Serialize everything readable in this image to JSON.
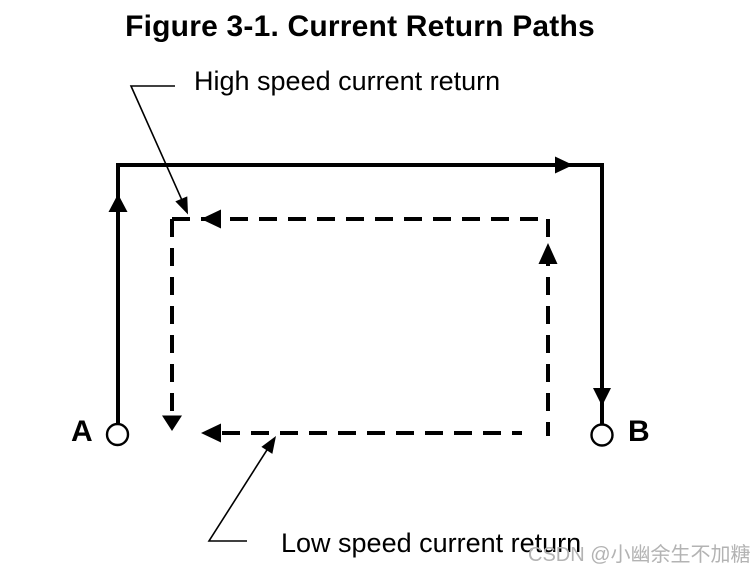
{
  "figure": {
    "title": "Figure 3-1. Current Return Paths",
    "labels": {
      "high_speed": "High speed current return",
      "low_speed": "Low speed current return",
      "terminal_a": "A",
      "terminal_b": "B"
    },
    "paths": {
      "signal_path_style": "solid",
      "return_path_style": "dashed"
    }
  },
  "watermark": {
    "text": "CSDN @小幽余生不加糖"
  },
  "colors": {
    "ink": "#000000",
    "background": "#ffffff",
    "watermark_gray": "#b3b3b3"
  }
}
